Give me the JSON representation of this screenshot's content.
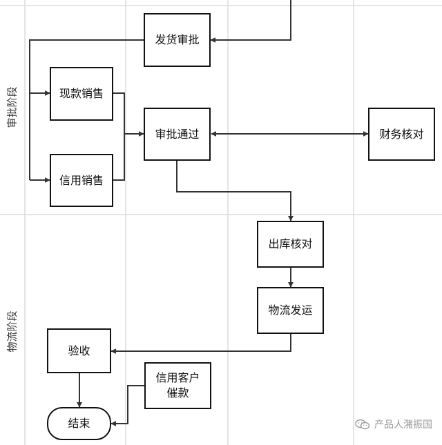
{
  "lanes": {
    "approval": "审批阶段",
    "logistics": "物流阶段"
  },
  "nodes": {
    "ship_approval": "发货审批",
    "cash_sale": "现款销售",
    "credit_sale": "信用销售",
    "approved": "审批通过",
    "finance_check": "财务核对",
    "outbound_check": "出库核对",
    "logistics_ship": "物流发运",
    "acceptance": "验收",
    "credit_reminder": "信用客户\n催款",
    "end": "结束"
  },
  "watermark": {
    "text": "产品人潴振国",
    "icon": "wechat-icon"
  },
  "colors": {
    "line": "#333333",
    "grid": "#dcdcdc",
    "box_border": "#111111"
  }
}
